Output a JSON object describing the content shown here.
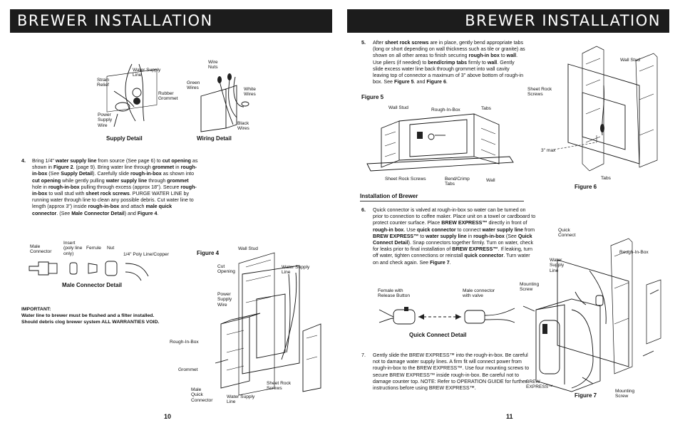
{
  "left": {
    "banner": "BREWER INSTALLATION",
    "supply_detail": {
      "caption": "Supply Detail",
      "labels": {
        "water_supply_line": "Water Supply\nLine",
        "strain_relief": "Strain\nRelief",
        "rubber_grommet": "Rubber\nGrommet",
        "power_supply_wire": "Power\nSupply\nWire"
      }
    },
    "wiring_detail": {
      "caption": "Wiring Detail",
      "labels": {
        "wire_nuts": "Wire\nNuts",
        "green_wires": "Green\nWires",
        "white_wires": "White\nWires",
        "black_wires": "Black\nWires"
      }
    },
    "step4": {
      "number": "4.",
      "html": "Bring 1/4\" <b>water supply line</b> from source (See page 6) to <b>cut opening</b> as shown in <b>Figure 2</b>. (page 9). Bring water line through <b>grommet</b> in <b>rough-in-box</b> (See <b>Supply Detail</b>). Carefully slide <b>rough-in-box</b> as shown into <b>cut opening</b> while gently pulling <b>water supply line</b> through <b>grommet</b> hole in <b>rough-in-box</b> pulling through excess (approx 18\"). Secure <b>rough-in-box</b> to wall stud with <b>sheet rock screws</b>. PURGE WATER LINE by running water through line to clean any possible debris. Cut water line to length (approx 3\") inside <b>rough-in-box</b> and attach <b>male quick connector</b>. (See <b>Male Connector Detail</b>) and <b>Figure 4</b>."
    },
    "male_connector_detail": {
      "caption": "Male Connector Detail",
      "labels": {
        "male_connector": "Male\nConnector",
        "insert": "Insert\n(poly line\nonly)",
        "ferrule": "Ferrule",
        "nut": "Nut",
        "poly_line": "1/4\" Poly Line/Copper"
      }
    },
    "figure4": {
      "caption": "Figure 4",
      "labels": {
        "wall_stud": "Wall Stud",
        "cut_opening": "Cut\nOpening",
        "water_supply_line": "Water Supply\nLine",
        "power_supply_wire": "Power\nSupply\nWire",
        "rough_in_box": "Rough-In-Box",
        "grommet": "Grommet",
        "sheet_rock_screws": "Sheet Rock\nScrews",
        "male_quick_connector": "Male\nQuick\nConnector",
        "water_supply_line_bottom": "Water Supply\nLine"
      }
    },
    "important": {
      "title": "IMPORTANT:",
      "line1": "Water line to brewer must be flushed and a filter installed.",
      "line2": "Should debris clog brewer system  ALL WARRANTIES VOID."
    },
    "page_number": "10"
  },
  "right": {
    "banner": "BREWER INSTALLATION",
    "step5": {
      "number": "5.",
      "html": "After <b>sheet rock screws</b> are in place, gently bend appropriate tabs (long or short depending on wall thickness such as tile or granite) as shown on all other areas to finish securing <b>rough-in box</b> to <b>wall</b>. Use pliers (if needed) to <b>bend/crimp tabs</b> firmly to <b>wall</b>. Gently slide excess water line back through grommet into wall cavity leaving top of connector a maximum of 3\" above bottom of rough-in box. See <b>Figure 5</b>. and <b>Figure 6</b>."
    },
    "figure5": {
      "caption": "Figure 5",
      "labels": {
        "wall_stud": "Wall Stud",
        "rough_in_box": "Rough-In-Box",
        "tabs": "Tabs",
        "sheet_rock_screws": "Sheet Rock Screws",
        "bend_crimp_tabs": "Bend/Crimp\nTabs",
        "wall": "Wall"
      }
    },
    "figure6": {
      "caption": "Figure 6",
      "labels": {
        "wall_stud": "Wall Stud",
        "sheet_rock_screws": "Sheet Rock\nScrews",
        "three_max": "3\" max",
        "tabs": "Tabs"
      }
    },
    "installation_heading": "Installation of Brewer",
    "step6": {
      "number": "6.",
      "html": "Quick connector is valved at rough-in-box so water can be turned on prior to connection to coffee maker. Place unit on a towel or cardboard to protect counter surface. Place <b>BREW EXPRESS™</b> directly in front of <b>rough-in box</b>. Use <b>quick connector</b> to connect <b>water supply line</b> from <b>BREW EXPRESS™</b> to <b>water supply line</b> in <b>rough-in-box</b> (See <b>Quick Connect Detail</b>). Snap connectors together firmly. Turn on water, check for leaks prior to final installation of <b>BREW EXPRESS™</b>. If leaking, turn off water, tighten connections or reinstall <b>quick connector</b>. Turn water on and check again. See <b>Figure 7</b>."
    },
    "quick_connect_detail": {
      "caption": "Quick Connect Detail",
      "labels": {
        "female": "Female with\nRelease Button",
        "male": "Male connector\nwith valve"
      }
    },
    "figure7": {
      "caption": "Figure 7",
      "labels": {
        "quick_connect": "Quick\nConnect",
        "rough_in_box": "Rough-In-Box",
        "water_supply_line": "Water\nSupply\nLine",
        "mounting_screw_top": "Mounting\nScrew",
        "brew_express": "BREW\nEXPRESS™",
        "mounting_screw_bottom": "Mounting\nScrew"
      }
    },
    "step7": {
      "number": "7.",
      "html": "Gently slide the BREW EXPRESS™ into the rough-in-box. Be careful not to damage water supply lines. A firm fit will connect power from rough-in-box to the BREW EXPRESS™. Use four mounting screws to secure BREW EXPRESS™ inside rough-in-box. Be careful not to damage counter top. NOTE: Refer to OPERATION GUIDE for further instructions before using BREW EXPRESS™."
    },
    "page_number": "11"
  }
}
